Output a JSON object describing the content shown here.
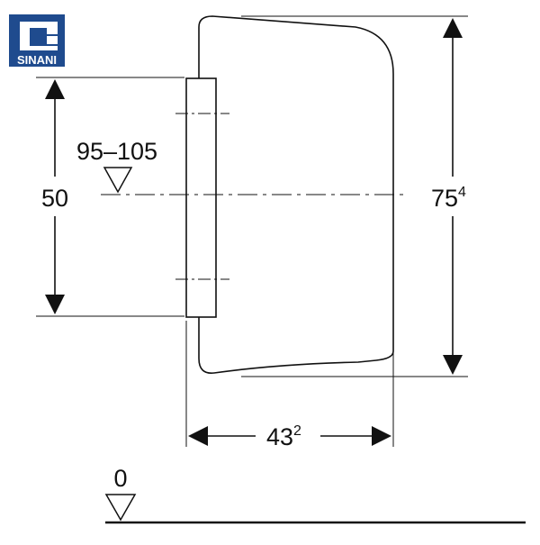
{
  "brand": {
    "name": "SINANI",
    "color": "#1f4b8e"
  },
  "dimensions": {
    "height_total": {
      "base": "75",
      "sup": "4"
    },
    "width_depth": {
      "base": "43",
      "sup": "2"
    },
    "mount_span": "50",
    "outlet_height": "95–105",
    "floor_level": "0"
  },
  "colors": {
    "line": "#111111",
    "background": "#ffffff"
  }
}
